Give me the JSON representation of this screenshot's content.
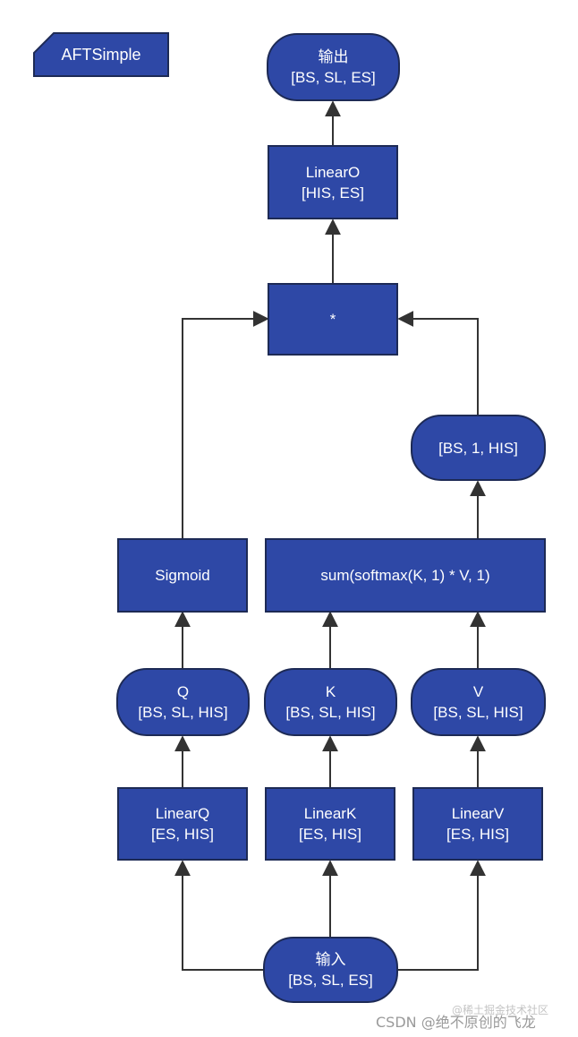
{
  "title_tag": "AFTSimple",
  "nodes": {
    "output": {
      "line1": "输出",
      "line2": "[BS, SL, ES]"
    },
    "linear_o": {
      "line1": "LinearO",
      "line2": "[HIS, ES]"
    },
    "mult": {
      "line1": "*"
    },
    "bs_1_his": {
      "line1": "[BS, 1, HIS]"
    },
    "sigmoid": {
      "line1": "Sigmoid"
    },
    "sum_softmax": {
      "line1": "sum(softmax(K, 1) * V, 1)"
    },
    "q": {
      "line1": "Q",
      "line2": "[BS, SL, HIS]"
    },
    "k": {
      "line1": "K",
      "line2": "[BS, SL, HIS]"
    },
    "v": {
      "line1": "V",
      "line2": "[BS, SL, HIS]"
    },
    "linear_q": {
      "line1": "LinearQ",
      "line2": "[ES, HIS]"
    },
    "linear_k": {
      "line1": "LinearK",
      "line2": "[ES, HIS]"
    },
    "linear_v": {
      "line1": "LinearV",
      "line2": "[ES, HIS]"
    },
    "input": {
      "line1": "输入",
      "line2": "[BS, SL, ES]"
    }
  },
  "edges": [
    [
      "input",
      "linear_q"
    ],
    [
      "input",
      "linear_k"
    ],
    [
      "input",
      "linear_v"
    ],
    [
      "linear_q",
      "q"
    ],
    [
      "linear_k",
      "k"
    ],
    [
      "linear_v",
      "v"
    ],
    [
      "q",
      "sigmoid"
    ],
    [
      "k",
      "sum_softmax"
    ],
    [
      "v",
      "sum_softmax"
    ],
    [
      "sum_softmax",
      "bs_1_his"
    ],
    [
      "sigmoid",
      "mult"
    ],
    [
      "bs_1_his",
      "mult"
    ],
    [
      "mult",
      "linear_o"
    ],
    [
      "linear_o",
      "output"
    ]
  ],
  "watermark": {
    "line1": "@稀土掘金技术社区",
    "line2": "CSDN @绝不原创的飞龙"
  },
  "colors": {
    "node_fill": "#2e48a6",
    "node_border": "#1d2a55",
    "edge": "#333333",
    "text": "#ffffff"
  }
}
